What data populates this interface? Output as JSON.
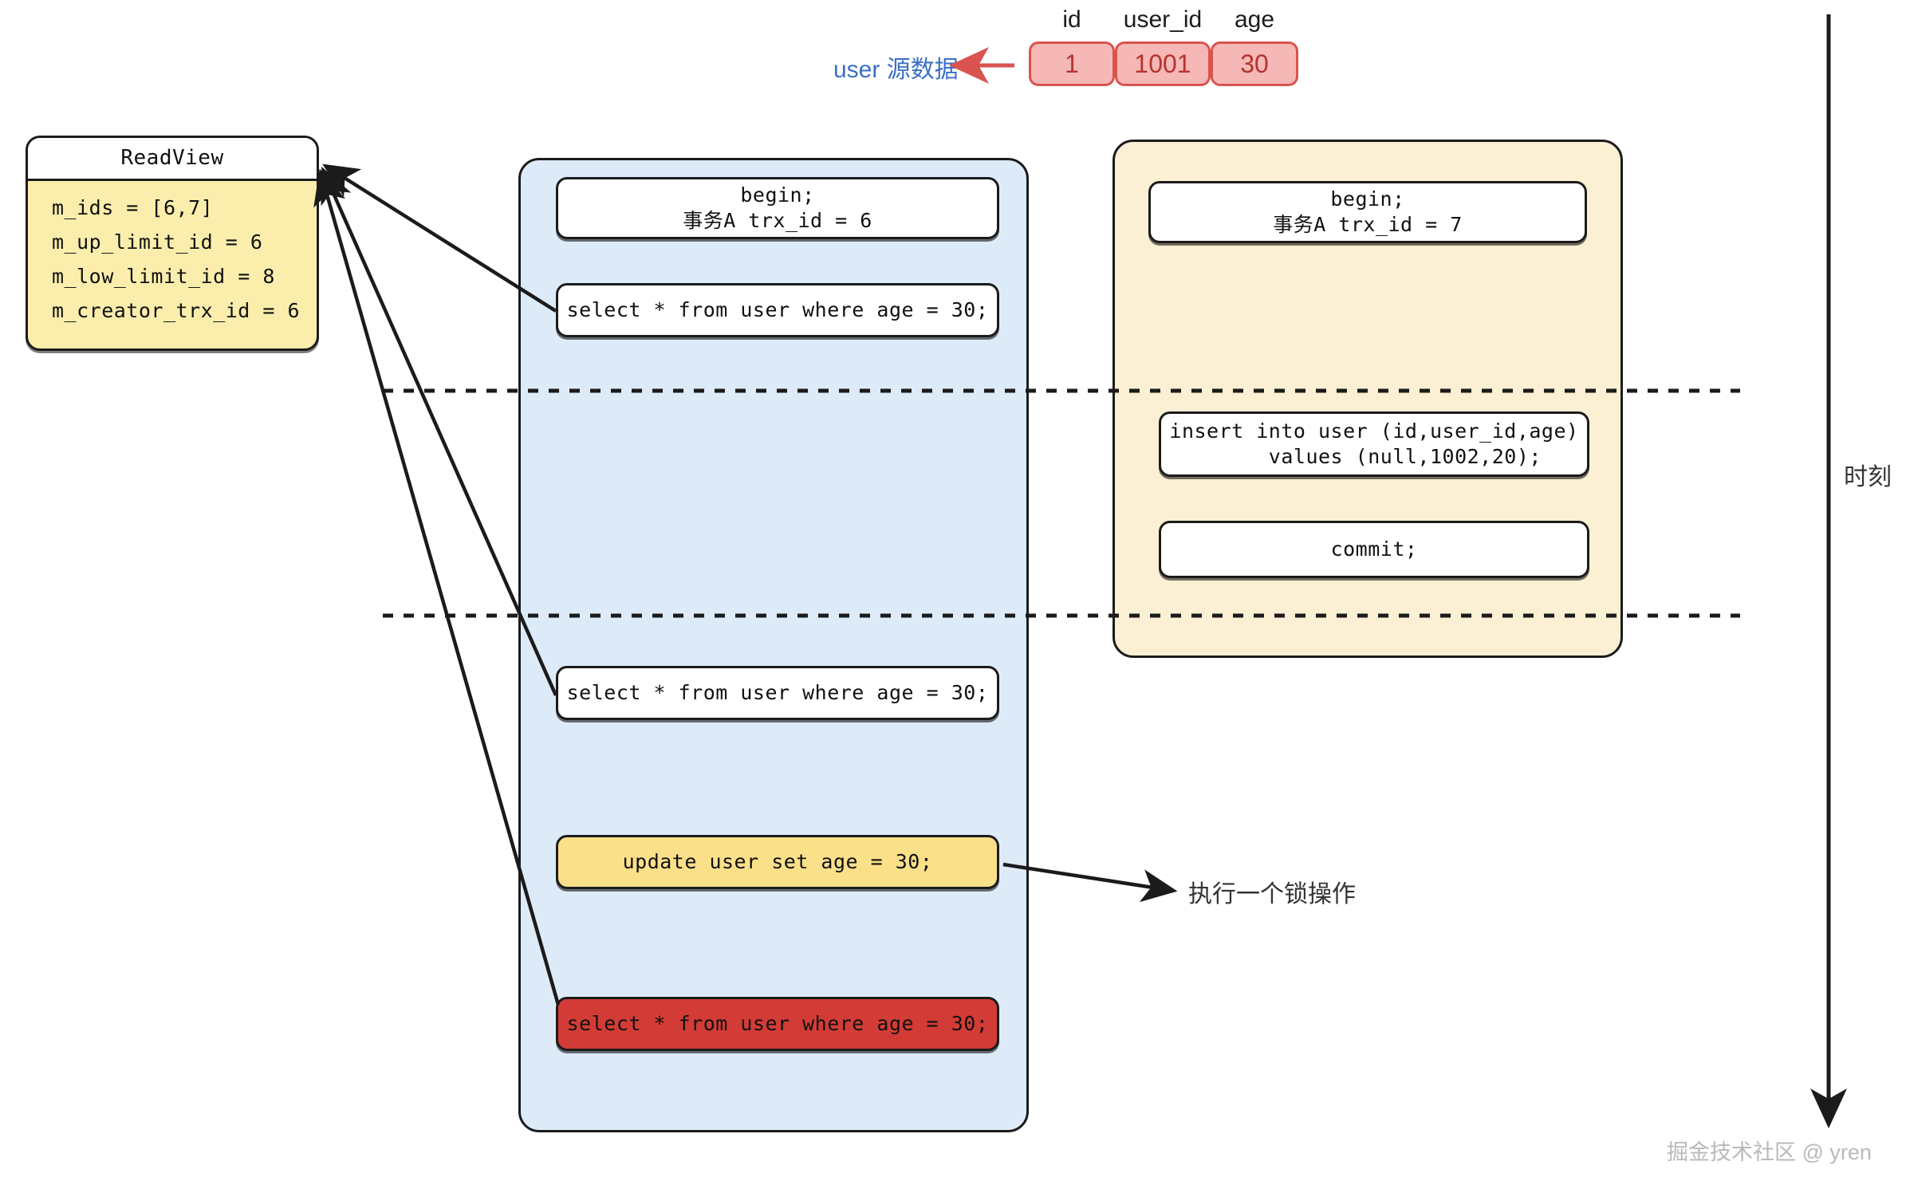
{
  "source_data": {
    "label": "user 源数据",
    "label_color": "#3b6fc4",
    "columns": [
      "id",
      "user_id",
      "age"
    ],
    "row": [
      "1",
      "1001",
      "30"
    ],
    "cell_fill": "#f6b8b6",
    "cell_border": "#d9534f",
    "arrow_color": "#d9534f"
  },
  "readview": {
    "title": "ReadView",
    "fill": "#fbeeac",
    "lines": [
      "m_ids = [6,7]",
      "m_up_limit_id = 6",
      "m_low_limit_id = 8",
      "m_creator_trx_id = 6"
    ]
  },
  "transaction_a": {
    "container_fill": "#ddebf9",
    "steps": [
      {
        "name": "begin",
        "text": "begin;\n事务A trx_id = 6",
        "style": "white"
      },
      {
        "name": "select-1",
        "text": "select * from user where age = 30;",
        "style": "white"
      },
      {
        "name": "select-2",
        "text": "select * from user where age = 30;",
        "style": "white"
      },
      {
        "name": "update",
        "text": "update user set age = 30;",
        "style": "yellow"
      },
      {
        "name": "select-3",
        "text": "select * from user where age = 30;",
        "style": "red"
      }
    ]
  },
  "transaction_b": {
    "container_fill": "#fbf0d3",
    "steps": [
      {
        "name": "begin",
        "text": "begin;\n事务A trx_id = 7",
        "style": "white"
      },
      {
        "name": "insert",
        "text": "insert into user (id,user_id,age)\n     values (null,1002,20);",
        "style": "white"
      },
      {
        "name": "commit",
        "text": "commit;",
        "style": "white"
      }
    ]
  },
  "annotations": {
    "lock_note": "执行一个锁操作",
    "timeline_label": "时刻",
    "watermark": "掘金技术社区 @ yren"
  }
}
